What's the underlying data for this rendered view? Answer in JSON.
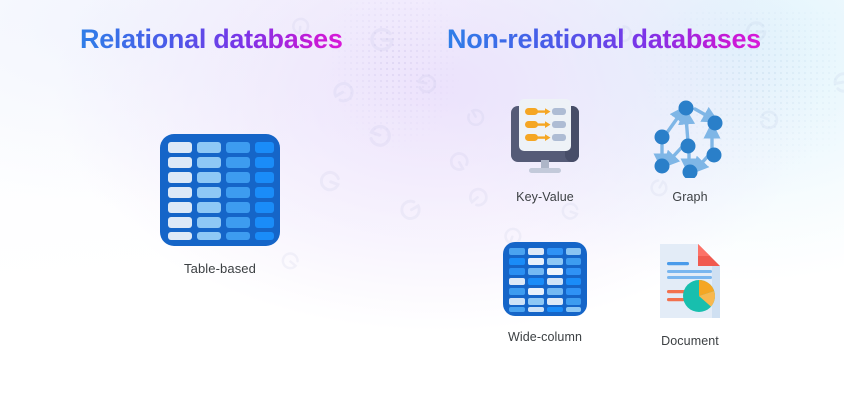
{
  "page": {
    "background_start": "#fbfcff",
    "background_tint_purple": "#e2d2fa",
    "background_tint_cyan": "#ceeefa"
  },
  "headings": {
    "left": "Relational databases",
    "right": "Non-relational databases",
    "gradient_start": "#2f7fe8",
    "gradient_mid": "#7b34e8",
    "gradient_end": "#d91ad9"
  },
  "relational": {
    "items": [
      {
        "id": "table-based",
        "label": "Table-based",
        "icon": "table-grid-icon"
      }
    ]
  },
  "non_relational": {
    "items": [
      {
        "id": "key-value",
        "label": "Key-Value",
        "icon": "monitor-key-value-icon"
      },
      {
        "id": "graph",
        "label": "Graph",
        "icon": "node-graph-icon"
      },
      {
        "id": "wide-column",
        "label": "Wide-column",
        "icon": "wide-column-grid-icon"
      },
      {
        "id": "document",
        "label": "Document",
        "icon": "document-page-icon"
      }
    ]
  },
  "icon_colors": {
    "table_border": "#1565c8",
    "table_col_1": "#dde9f7",
    "table_col_2": "#8ec8f5",
    "table_col_3": "#3d9cf0",
    "table_col_4": "#1a8cf8",
    "monitor_frame": "#555b77",
    "monitor_frame_dark": "#474d68",
    "monitor_screen": "#eef2f7",
    "key_orange": "#f5a623",
    "value_gray": "#aebcd4",
    "graph_node": "#2a7fc9",
    "graph_arrow": "#7fb6e6",
    "doc_page": "#e3ecf7",
    "doc_fold": "#f05a4f",
    "doc_line_blue": "#4a9bea",
    "doc_line_orange": "#f2714e",
    "pie_teal": "#18bfae",
    "pie_orange": "#f5a623",
    "label_text": "#3c4043"
  },
  "watermark": {
    "glyph": "e",
    "opacity": "0.085"
  }
}
